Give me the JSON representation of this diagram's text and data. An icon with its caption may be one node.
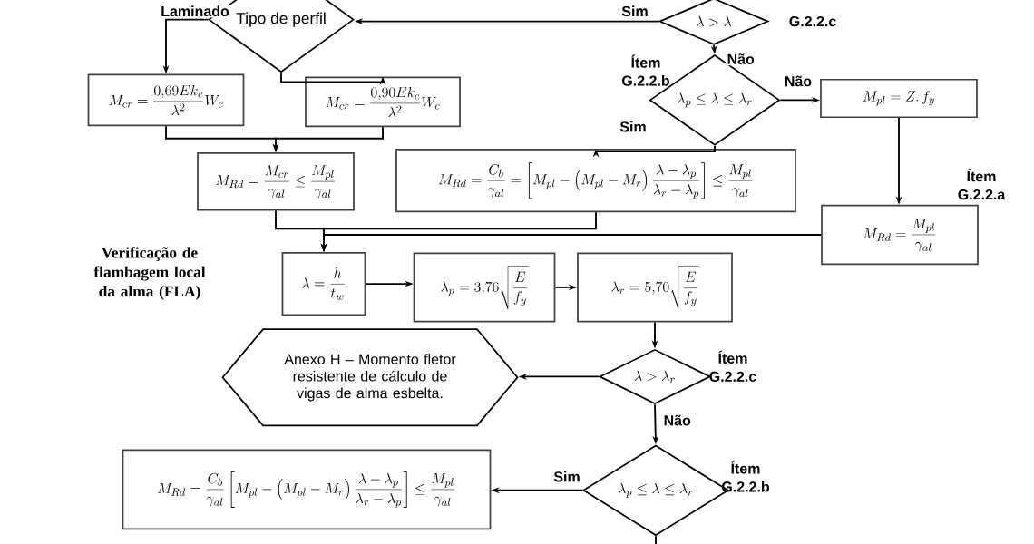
{
  "diagram": {
    "nodes": [
      {
        "text": [
          "Tipo de perfil"
        ]
      },
      {
        "text": [
          "\\lambda > \\lambda"
        ],
        "beside": [
          "G.2.2.c"
        ]
      },
      {
        "text": [
          "M_{cr} = \\frac{0{,}69 E k_c}{\\lambda^2} W_c"
        ]
      },
      {
        "text": [
          "M_{cr} = \\frac{0{,}90 E k_c}{\\lambda^2} W_c"
        ]
      },
      {
        "text": [
          "\\lambda_p \\leq \\lambda \\leq \\lambda_r"
        ],
        "beside": [
          "Ítem G.2.2.b"
        ]
      },
      {
        "text": [
          "M_{pl} = Z.\\,f_y"
        ]
      },
      {
        "text": [
          "M_{Rd} = \\frac{M_{cr}}{\\gamma_{al}} \\leq \\frac{M_{pl}}{\\gamma_{al}}"
        ]
      },
      {
        "text": [
          "M_{Rd} = \\frac{C_b}{\\gamma_{al}} = \\left[M_{pl} - \\left(M_{pl} - M_r\\right)\\frac{\\lambda - \\lambda_p}{\\lambda_r - \\lambda_p}\\right] \\leq \\frac{M_{pl}}{\\gamma_{al}}"
        ]
      },
      {
        "text": [
          "M_{Rd} = \\frac{M_{pl}}{\\gamma_{al}}"
        ],
        "beside": [
          "Ítem G.2.2.a"
        ]
      },
      {
        "text": [
          "\\lambda = \\frac{h}{t_w}"
        ]
      },
      {
        "text": [
          "\\lambda_p = 3{,}76\\sqrt{\\frac{E}{f_y}}"
        ]
      },
      {
        "text": [
          "\\lambda_r = 5{,}70\\sqrt{\\frac{E}{f_y}}"
        ]
      },
      {
        "text": [
          "\\lambda > \\lambda_r"
        ],
        "beside": [
          "Ítem G.2.2.c"
        ]
      },
      {
        "text": [
          "Anexo H – Momento fletor resistente de cálculo de vigas de alma esbelta."
        ]
      },
      {
        "text": [
          "M_{Rd} = \\frac{C_b}{\\gamma_{al}}\\left[M_{pl} - \\left(M_{pl} - M_r\\right)\\frac{\\lambda - \\lambda_p}{\\lambda_r - \\lambda_p}\\right] \\leq \\frac{M_{pl}}{\\gamma_{al}}"
        ]
      },
      {
        "text": [
          "\\lambda_p \\leq \\lambda \\leq \\lambda_r"
        ],
        "beside": [
          "Ítem G.2.2.b"
        ]
      }
    ],
    "edges": [
      {
        "from": 1,
        "to": 0,
        "arrow": "to",
        "label": "Sim"
      },
      {
        "from": 0,
        "to": 2,
        "arrow": "to",
        "label": "Laminado"
      },
      {
        "from": 0,
        "to": 3,
        "arrow": "to"
      },
      {
        "from": 1,
        "to": 4,
        "arrow": "to",
        "label": "Não"
      },
      {
        "from": 4,
        "to": 5,
        "arrow": "to",
        "label": "Não"
      },
      {
        "from": 4,
        "to": 7,
        "arrow": "to",
        "label": "Sim"
      },
      {
        "from": 5,
        "to": 8,
        "arrow": "to"
      },
      {
        "from": 2,
        "to": 6,
        "arrow": "to"
      },
      {
        "from": 3,
        "to": 6,
        "arrow": "to"
      },
      {
        "from": 6,
        "to": 9,
        "arrow": "to"
      },
      {
        "from": 7,
        "to": 9,
        "arrow": "to"
      },
      {
        "from": 8,
        "to": 9,
        "arrow": "to"
      },
      {
        "from": 9,
        "to": 10,
        "arrow": "to"
      },
      {
        "from": 10,
        "to": 11,
        "arrow": "to"
      },
      {
        "from": 11,
        "to": 12,
        "arrow": "to"
      },
      {
        "from": 12,
        "to": 13,
        "arrow": "to"
      },
      {
        "from": 12,
        "to": 15,
        "arrow": "to",
        "label": "Não"
      },
      {
        "from": 15,
        "to": 14,
        "arrow": "to",
        "label": "Sim"
      },
      {
        "from": 15,
        "to": null,
        "arrow": "none"
      }
    ],
    "labels": [
      "Verificação de flambagem local da alma (FLA)"
    ]
  }
}
